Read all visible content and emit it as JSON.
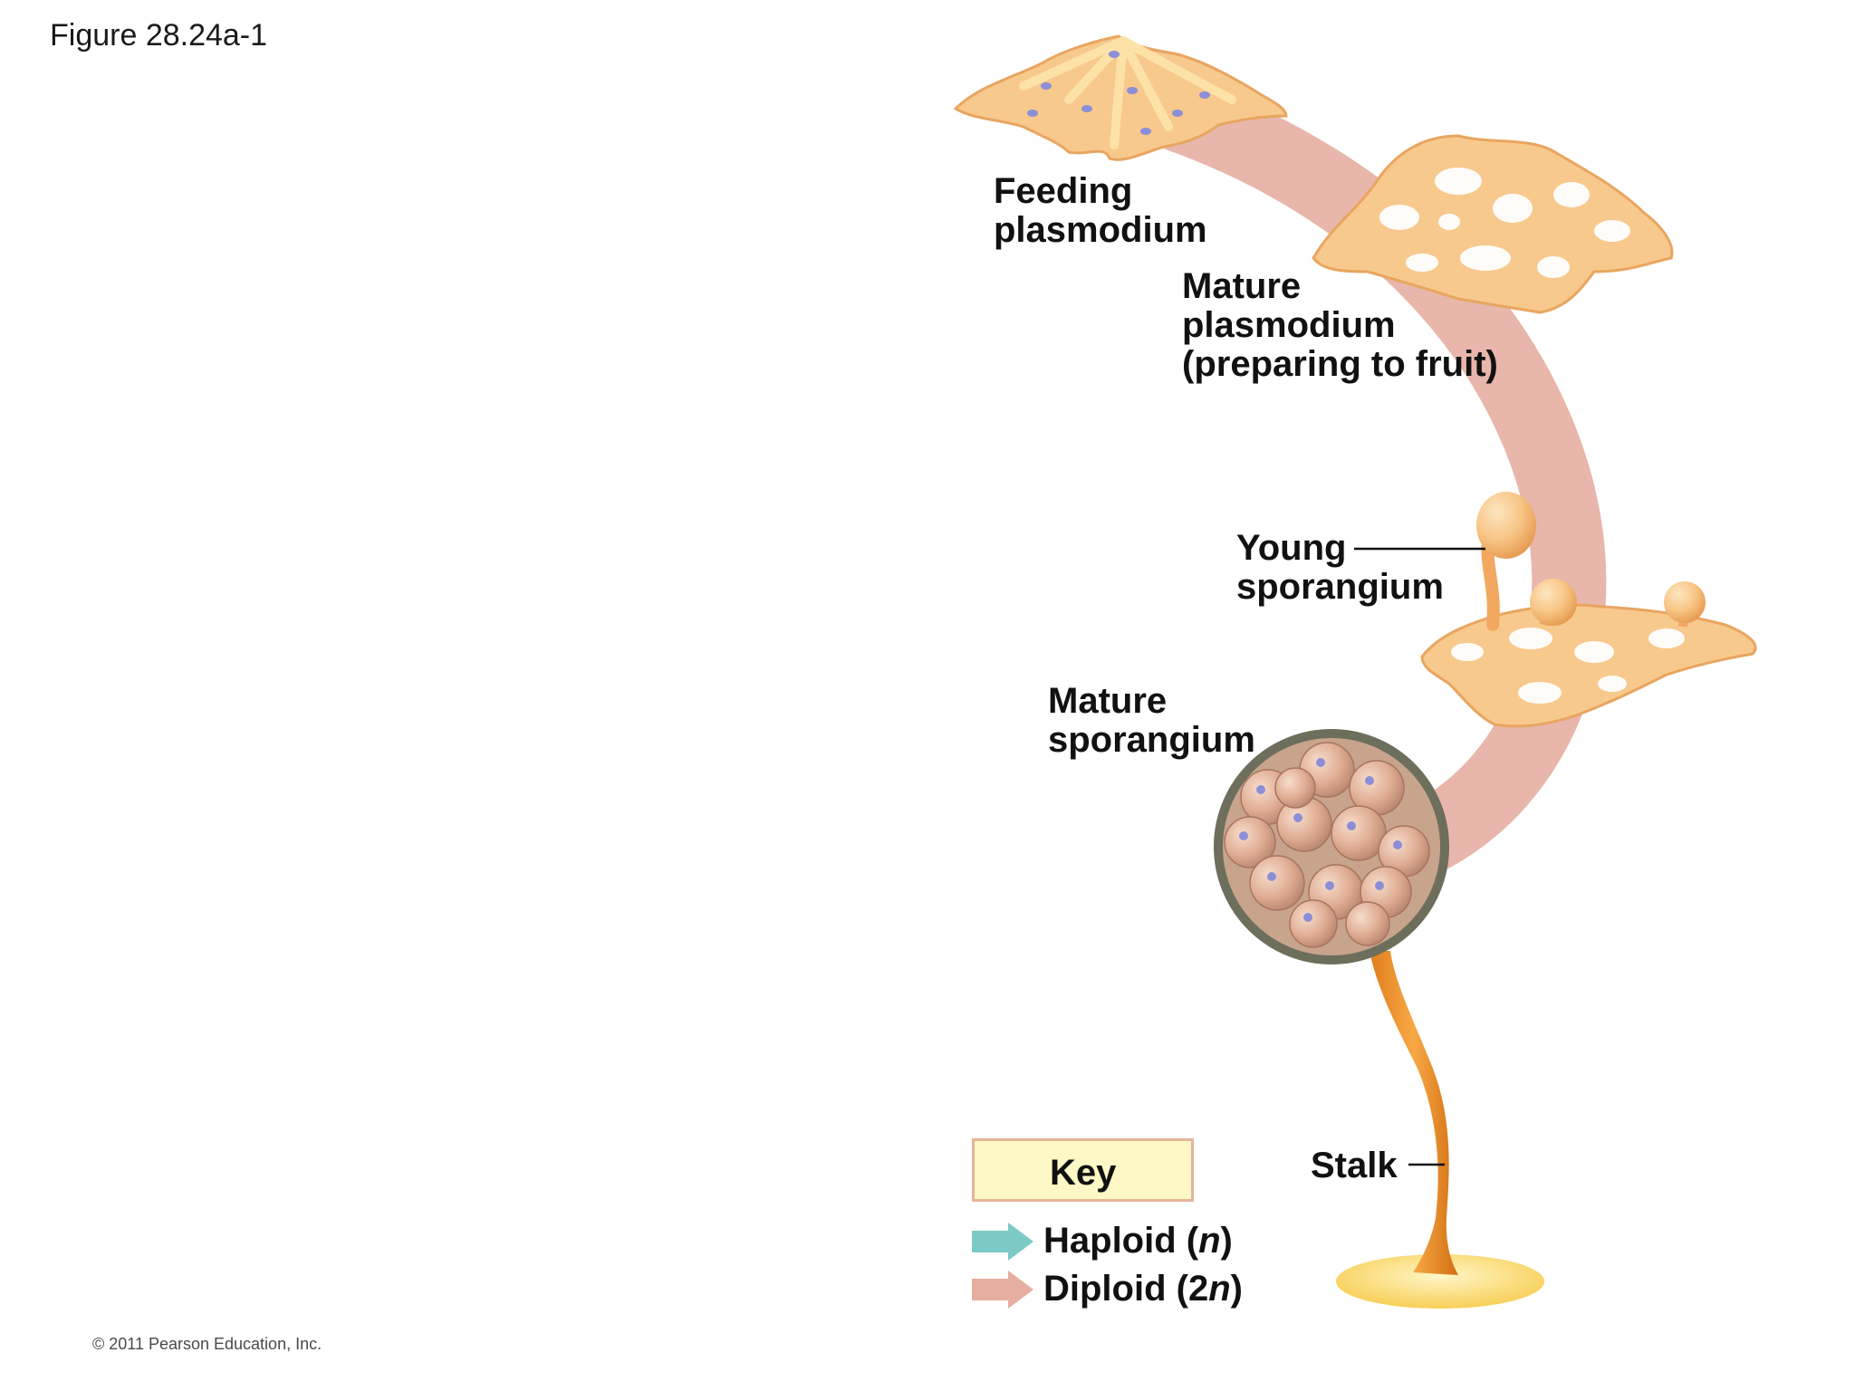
{
  "figure_title": "Figure 28.24a-1",
  "copyright": "© 2011 Pearson Education, Inc.",
  "labels": {
    "feeding_plasmodium": [
      "Feeding",
      "plasmodium"
    ],
    "mature_plasmodium": [
      "Mature",
      "plasmodium",
      "(preparing to fruit)"
    ],
    "young_sporangium": [
      "Young",
      "sporangium"
    ],
    "mature_sporangium": [
      "Mature",
      "sporangium"
    ],
    "stalk": "Stalk"
  },
  "key": {
    "title": "Key",
    "haploid": {
      "prefix": "Haploid (",
      "italic": "n",
      "suffix": ")",
      "color": "#7ccac6"
    },
    "diploid": {
      "prefix": "Diploid (2",
      "italic": "n",
      "suffix": ")",
      "color": "#e6aea0"
    }
  },
  "colors": {
    "cycle_band": "#e8b6aa",
    "plasmodium": "#f8c98d",
    "plasmodium_highlight": "#fde2a8",
    "nuclei": "#8c8fd8",
    "sporangium_wall": "#6d6e5c",
    "spores": "#e6b59a",
    "stalk": "#f0952c",
    "stalk_base": "#fbd96b"
  }
}
